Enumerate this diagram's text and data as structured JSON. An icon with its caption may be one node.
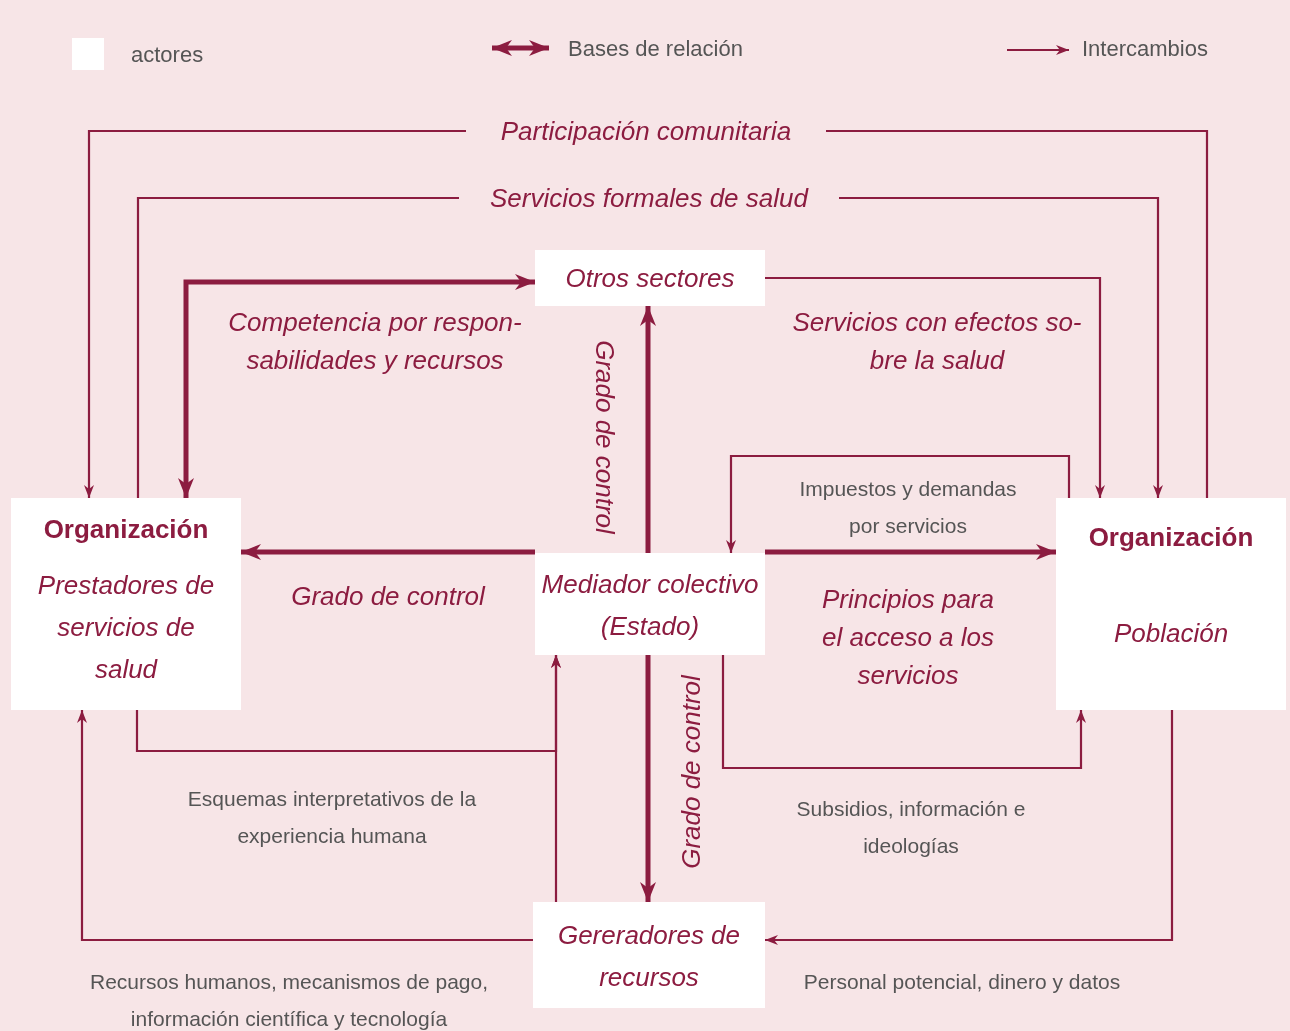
{
  "diagram": {
    "nodes": [
      {
        "text": [
          "Otros sectores"
        ]
      },
      {
        "text": [
          "Organización",
          "Prestadores de servicios de salud"
        ]
      },
      {
        "text": [
          "Mediador colectivo (Estado)"
        ]
      },
      {
        "text": [
          "Organización",
          "Población"
        ]
      },
      {
        "text": [
          "Gereradores de recursos"
        ]
      }
    ],
    "edges": [
      {
        "from": 3,
        "to": 1,
        "arrow": "to",
        "label": "Participación comunitaria"
      },
      {
        "from": 1,
        "to": 3,
        "arrow": "to",
        "label": "Servicios formales de salud"
      },
      {
        "from": 0,
        "to": 1,
        "arrow": "both",
        "style": "thick",
        "label": "Competencia por respon- sabilidades y recursos"
      },
      {
        "from": 0,
        "to": 3,
        "arrow": "to",
        "label": "Servicios con efectos so- bre la salud"
      },
      {
        "from": 2,
        "to": 0,
        "arrow": "to",
        "style": "thick",
        "label": "Grado de control"
      },
      {
        "from": 2,
        "to": 1,
        "arrow": "to",
        "style": "thick",
        "label": "Grado de control"
      },
      {
        "from": 2,
        "to": 3,
        "arrow": "to",
        "style": "thick",
        "label": "Principios para el acceso a los servicios"
      },
      {
        "from": 3,
        "to": 2,
        "arrow": "to",
        "label": "Impuestos y demandas por servicios"
      },
      {
        "from": 2,
        "to": 3,
        "arrow": "to",
        "label": "Subsidios, información e ideologías"
      },
      {
        "from": 2,
        "to": 4,
        "arrow": "to",
        "style": "thick",
        "label": "Grado de control"
      },
      {
        "from": 1,
        "to": 2,
        "arrow": "to",
        "label": "Esquemas interpretativos de la experiencia humana"
      },
      {
        "from": 4,
        "to": 2,
        "arrow": "to"
      },
      {
        "from": 4,
        "to": 1,
        "arrow": "to",
        "label": "Recursos humanos, mecanismos de pago, información científica y tecnología"
      },
      {
        "from": 3,
        "to": 4,
        "arrow": "to",
        "label": "Personal potencial, dinero y datos"
      }
    ],
    "legend": [
      {
        "text": "actores",
        "color": "#ffffff"
      },
      {
        "text": "Bases de relación"
      },
      {
        "text": "Intercambios"
      }
    ]
  }
}
